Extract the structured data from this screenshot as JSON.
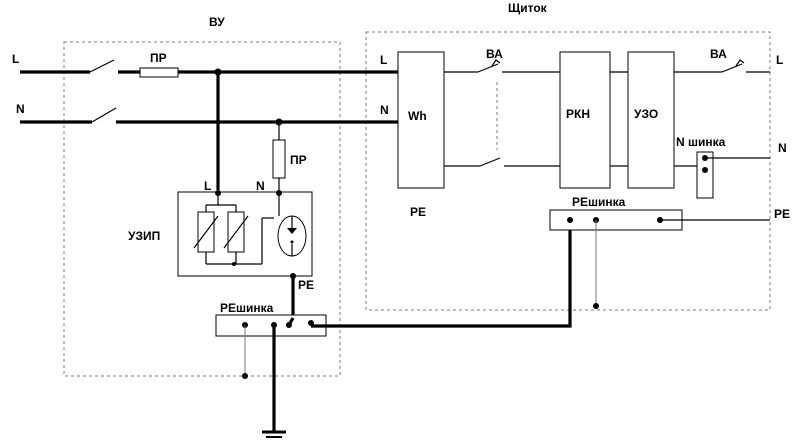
{
  "panels": {
    "vu_title": "ВУ",
    "shchitok_title": "Щиток"
  },
  "inputs": {
    "l": "L",
    "n": "N"
  },
  "vu": {
    "fuse_top": "ПР",
    "fuse_vertical": "ПР",
    "uzip": "УЗИП",
    "uzip_l": "L",
    "uzip_n": "N",
    "pe": "PE",
    "pe_bus": "PEшинка"
  },
  "shchitok": {
    "l_in": "L",
    "n_in": "N",
    "meter": "Wh",
    "breaker_1": "ВА",
    "rkn": "РКН",
    "uzo": "УЗО",
    "breaker_2": "ВА",
    "l_out": "L",
    "n_bus": "N шинка",
    "n_out": "N",
    "pe_left": "PE",
    "pe_bus": "PEшинка",
    "pe_out": "PE"
  }
}
